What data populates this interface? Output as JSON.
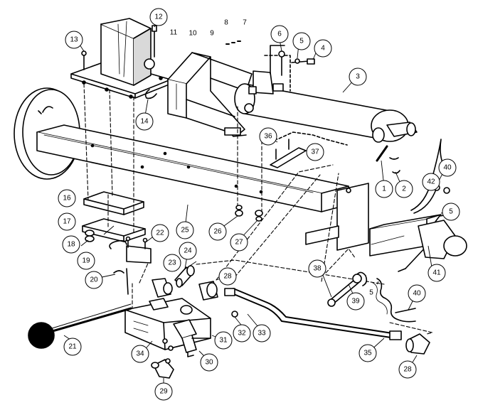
{
  "diagram": {
    "type": "exploded-parts-diagram",
    "colors": {
      "line": "#000000",
      "fill": "#ffffff",
      "shade": "#d9d9d9",
      "knob": "#000000"
    },
    "callouts": [
      {
        "id": "c13",
        "label": "13"
      },
      {
        "id": "c12",
        "label": "12"
      },
      {
        "id": "c6a",
        "label": "6"
      },
      {
        "id": "c5a",
        "label": "5"
      },
      {
        "id": "c4",
        "label": "4"
      },
      {
        "id": "c3",
        "label": "3"
      },
      {
        "id": "c14",
        "label": "14"
      },
      {
        "id": "c36",
        "label": "36"
      },
      {
        "id": "c37",
        "label": "37"
      },
      {
        "id": "c40a",
        "label": "40"
      },
      {
        "id": "c42",
        "label": "42"
      },
      {
        "id": "c1",
        "label": "1"
      },
      {
        "id": "c2",
        "label": "2"
      },
      {
        "id": "c5b",
        "label": "5"
      },
      {
        "id": "c16",
        "label": "16"
      },
      {
        "id": "c17",
        "label": "17"
      },
      {
        "id": "c18",
        "label": "18"
      },
      {
        "id": "c19",
        "label": "19"
      },
      {
        "id": "c22",
        "label": "22"
      },
      {
        "id": "c25",
        "label": "25"
      },
      {
        "id": "c26",
        "label": "26"
      },
      {
        "id": "c27",
        "label": "27"
      },
      {
        "id": "c20",
        "label": "20"
      },
      {
        "id": "c24",
        "label": "24"
      },
      {
        "id": "c23",
        "label": "23"
      },
      {
        "id": "c28a",
        "label": "28"
      },
      {
        "id": "c38",
        "label": "38"
      },
      {
        "id": "c41",
        "label": "41"
      },
      {
        "id": "c39",
        "label": "39"
      },
      {
        "id": "c40b",
        "label": "40"
      },
      {
        "id": "c21",
        "label": "21"
      },
      {
        "id": "c31",
        "label": "31"
      },
      {
        "id": "c32",
        "label": "32"
      },
      {
        "id": "c33",
        "label": "33"
      },
      {
        "id": "c34",
        "label": "34"
      },
      {
        "id": "c30",
        "label": "30"
      },
      {
        "id": "c35",
        "label": "35"
      },
      {
        "id": "c28b",
        "label": "28"
      },
      {
        "id": "c29",
        "label": "29"
      }
    ],
    "free_labels": [
      {
        "id": "f11",
        "label": "11"
      },
      {
        "id": "f10",
        "label": "10"
      },
      {
        "id": "f9",
        "label": "9"
      },
      {
        "id": "f8",
        "label": "8"
      },
      {
        "id": "f7",
        "label": "7"
      },
      {
        "id": "f5c",
        "label": "5"
      }
    ]
  }
}
